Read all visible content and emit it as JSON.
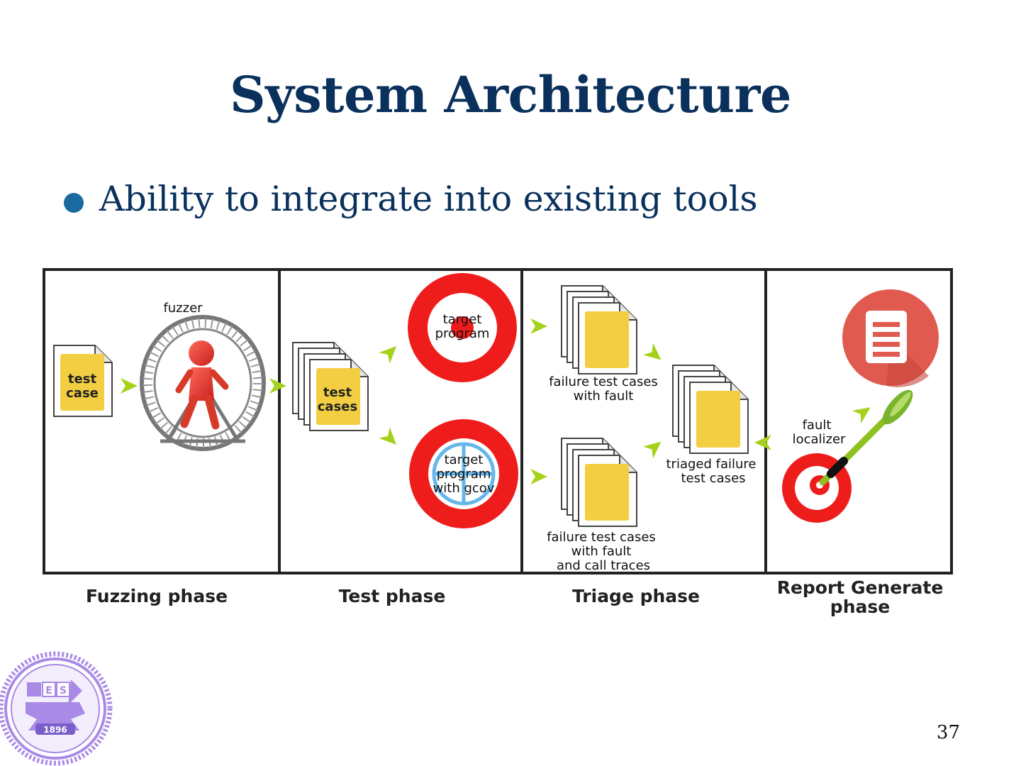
{
  "slide": {
    "title": "System Architecture",
    "bullet": "Ability to integrate into existing tools",
    "page_number": "37"
  },
  "diagram": {
    "fuzzing": {
      "test_case_line1": "test",
      "test_case_line2": "case",
      "fuzzer_label": "fuzzer",
      "phase_label": "Fuzzing phase"
    },
    "test": {
      "test_cases_line1": "test",
      "test_cases_line2": "cases",
      "target_program_line1": "target",
      "target_program_line2": "program",
      "gcov_line1": "target",
      "gcov_line2": "program",
      "gcov_line3": "with gcov",
      "phase_label": "Test phase"
    },
    "triage": {
      "failure_fault_line1": "failure test cases",
      "failure_fault_line2": "with fault",
      "failure_traces_line1": "failure test cases",
      "failure_traces_line2": "with fault",
      "failure_traces_line3": "and call traces",
      "triaged_line1": "triaged failure",
      "triaged_line2": "test cases",
      "phase_label": "Triage phase"
    },
    "report": {
      "fault_localizer_line1": "fault",
      "fault_localizer_line2": "localizer",
      "phase_label_line1": "Report Generate",
      "phase_label_line2": "phase"
    }
  },
  "logo": {
    "letters": "ES",
    "year": "1896"
  },
  "colors": {
    "title": "#0a315c",
    "bullet": "#1a6aa0",
    "target_red": "#ef1c1c",
    "arrow_green": "#a6d11a",
    "doc_yellow": "#f4ce42",
    "report_circle": "#e05a4f",
    "logo_purple": "#a98ae6"
  }
}
